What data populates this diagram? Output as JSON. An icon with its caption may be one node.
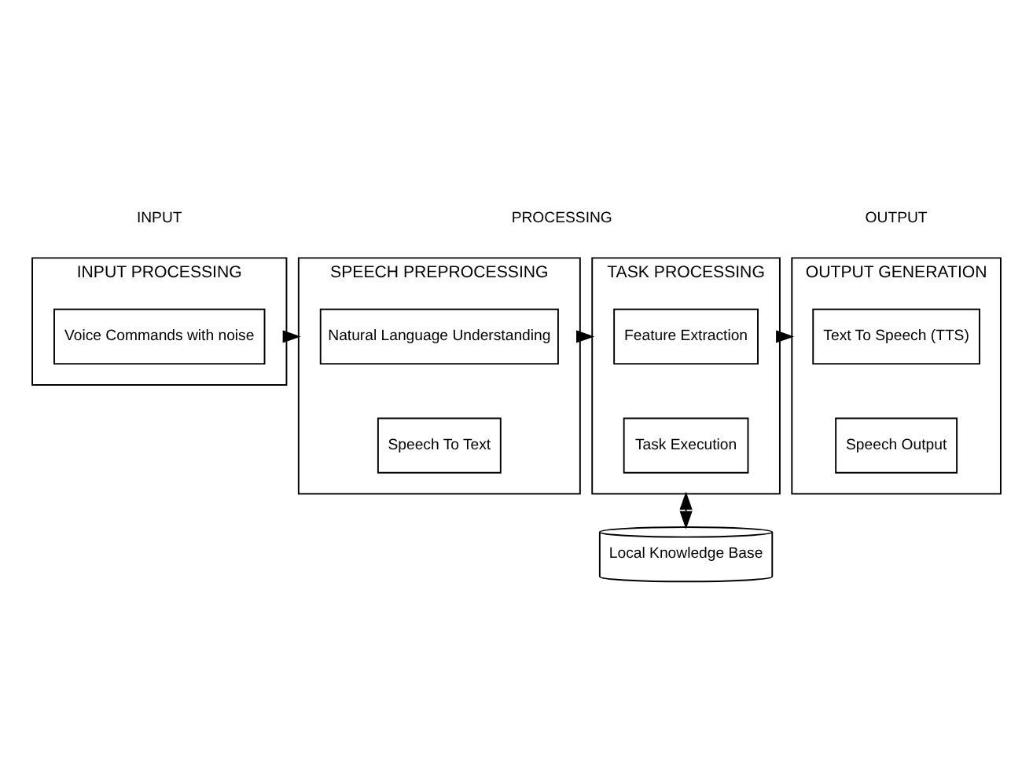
{
  "diagram": {
    "nodes": [
      {
        "text": [
          "INPUT PROCESSING"
        ]
      },
      {
        "text": [
          "Voice Commands with noise"
        ],
        "in": 0
      },
      {
        "text": [
          "SPEECH PREPROCESSING"
        ]
      },
      {
        "text": [
          "Natural Language Understanding"
        ],
        "in": 2
      },
      {
        "text": [
          "Speech To Text"
        ],
        "in": 2
      },
      {
        "text": [
          "TASK PROCESSING"
        ]
      },
      {
        "text": [
          "Feature Extraction"
        ],
        "in": 5
      },
      {
        "text": [
          "Task Execution"
        ],
        "in": 5
      },
      {
        "text": [
          "OUTPUT GENERATION"
        ]
      },
      {
        "text": [
          "Text To Speech (TTS)"
        ],
        "in": 8
      },
      {
        "text": [
          "Speech Output"
        ],
        "in": 8
      },
      {
        "text": [
          "Local Knowledge Base"
        ]
      }
    ],
    "edges": [
      {
        "from": 0,
        "to": 2,
        "arrow": "to"
      },
      {
        "from": 2,
        "to": 5,
        "arrow": "to"
      },
      {
        "from": 5,
        "to": 8,
        "arrow": "to"
      },
      {
        "from": 5,
        "to": 11,
        "arrow": "both"
      }
    ],
    "labels": [
      "INPUT",
      "PROCESSING",
      "OUTPUT"
    ]
  }
}
